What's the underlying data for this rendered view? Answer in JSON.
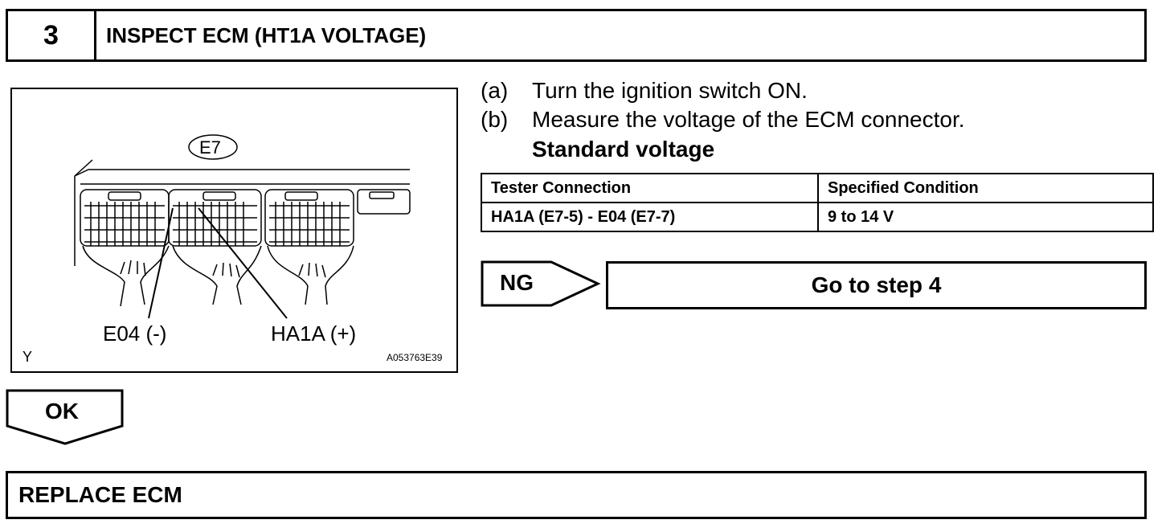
{
  "step": {
    "number": "3",
    "title": "INSPECT ECM (HT1A VOLTAGE)"
  },
  "diagram": {
    "connector_label": "E7",
    "ground_label": "E04 (-)",
    "signal_label": "HA1A (+)",
    "corner_mark": "Y",
    "figure_code": "A053763E39"
  },
  "instructions": [
    {
      "letter": "(a)",
      "text": "Turn the ignition switch ON."
    },
    {
      "letter": "(b)",
      "text": "Measure the voltage of the ECM connector."
    }
  ],
  "standard_heading": "Standard voltage",
  "table": {
    "headers": [
      "Tester Connection",
      "Specified Condition"
    ],
    "rows": [
      [
        "HA1A (E7-5) - E04 (E7-7)",
        "9 to 14 V"
      ]
    ]
  },
  "ng": {
    "label": "NG",
    "action": "Go to step 4"
  },
  "ok": {
    "label": "OK",
    "action": "REPLACE ECM"
  }
}
